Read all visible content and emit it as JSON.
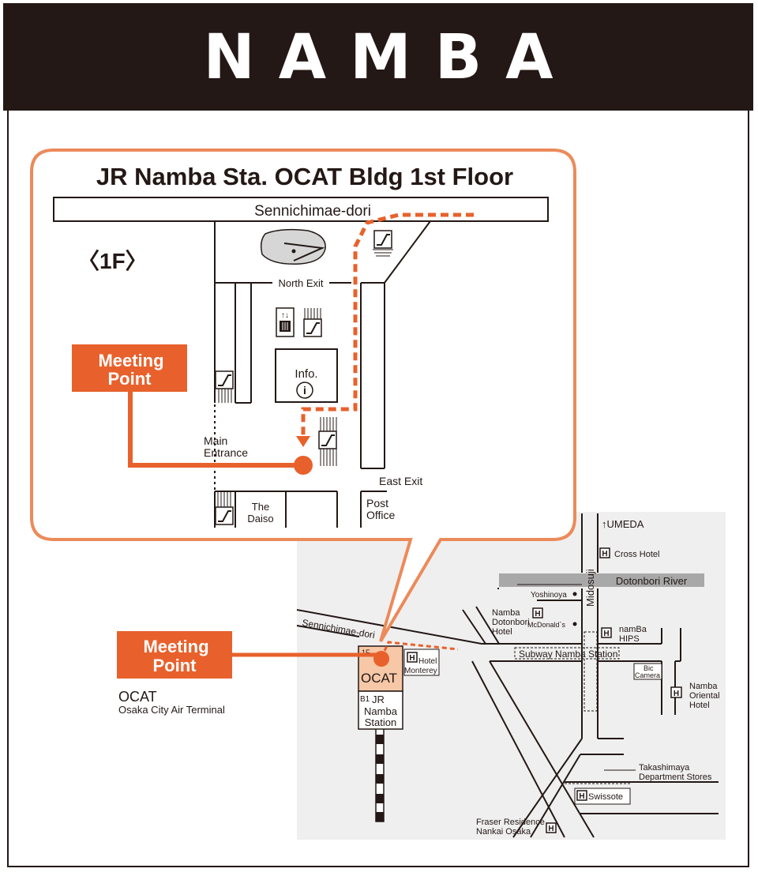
{
  "header": {
    "title": "NAMBA"
  },
  "callout": {
    "title": "JR Namba Sta. OCAT Bldg 1st Floor",
    "street": "Sennichimae-dori",
    "floor": "〈1F〉",
    "meeting_point_line1": "Meeting",
    "meeting_point_line2": "Point",
    "north_exit": "North Exit",
    "info": "Info.",
    "info_icon": "i",
    "main_entrance_line1": "Main",
    "main_entrance_line2": "Entrance",
    "east_exit": "East Exit",
    "daiso_line1": "The",
    "daiso_line2": "Daiso",
    "post_office_line1": "Post",
    "post_office_line2": "Office"
  },
  "area_map": {
    "meeting_point_line1": "Meeting",
    "meeting_point_line2": "Point",
    "ocat_title": "OCAT",
    "ocat_subtitle": "Osaka City Air Terminal",
    "street": "Sennichimae-dori",
    "floor_1f": "1F",
    "ocat_label": "OCAT",
    "floor_b1": "B1",
    "jr_line1": "JR",
    "jr_line2": "Namba",
    "jr_line3": "Station",
    "hotel_monterey_line1": "Hotel",
    "hotel_monterey_line2": "Monterey",
    "umeda": "↑UMEDA",
    "cross_hotel": "Cross Hotel",
    "river": "Dotonbori River",
    "midosuji": "Midosuji",
    "yoshinoya": "Yoshinoya",
    "namba_dotonbori_line1": "Namba",
    "namba_dotonbori_line2": "Dotonbori",
    "namba_dotonbori_line3": "Hotel",
    "mcdonalds": "McDonald`s",
    "namba_hips_line1": "namBa",
    "namba_hips_line2": "HIPS",
    "subway_station": "Subway Namba Station",
    "bic_line1": "Bic",
    "bic_line2": "Camera",
    "namba_oriental_line1": "Namba",
    "namba_oriental_line2": "Oriental",
    "namba_oriental_line3": "Hotel",
    "takashimaya_line1": "Takashimaya",
    "takashimaya_line2": "Department Stores",
    "swissotel": "Swissote",
    "fraser_line1": "Fraser Residence",
    "fraser_line2": "Nankai Osaka",
    "hotel_symbol": "H"
  },
  "colors": {
    "orange": "#e8612c",
    "dark": "#231815",
    "light_orange": "#f6c8a8",
    "map_bg": "#efefef",
    "river": "#a8a8a8"
  }
}
